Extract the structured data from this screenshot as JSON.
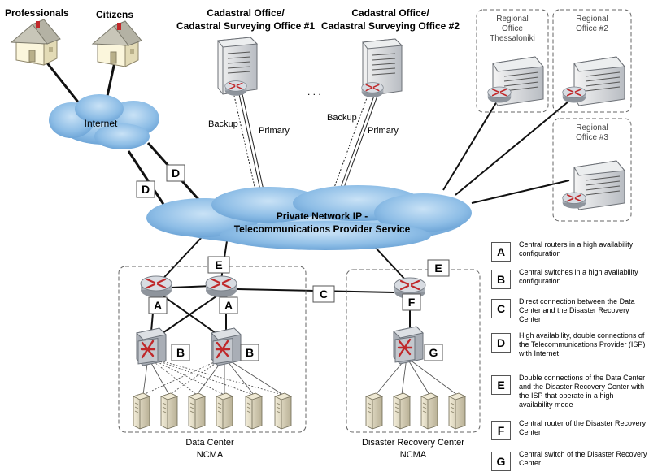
{
  "users": {
    "professionals": "Professionals",
    "citizens": "Citizens"
  },
  "internet": "Internet",
  "cadastral_offices": [
    {
      "line1": "Cadastral Office/",
      "line2": "Cadastral Surveying Office #1",
      "backup": "Backup",
      "primary": "Primary"
    },
    {
      "line1": "Cadastral Office/",
      "line2": "Cadastral Surveying Office #2",
      "backup": "Backup",
      "primary": "Primary"
    }
  ],
  "ellipsis": ". . .",
  "regional_offices": [
    {
      "line1": "Regional",
      "line2": "Office",
      "line3": "Thessaloniki"
    },
    {
      "line1": "Regional",
      "line2": "Office #2"
    },
    {
      "line1": "Regional",
      "line2": "Office #3"
    }
  ],
  "private_network": {
    "line1": "Private Network IP -",
    "line2": "Telecommunications Provider Service"
  },
  "link_labels": {
    "d1": "D",
    "d2": "D",
    "e1": "E",
    "e2": "E",
    "c": "C"
  },
  "data_center": {
    "name": "Data Center",
    "org": "NCMA",
    "router_label": "A",
    "switch_label": "B"
  },
  "recovery_center": {
    "name": "Disaster Recovery Center",
    "org": "NCMA",
    "router_label": "F",
    "switch_label": "G"
  },
  "legend": [
    {
      "key": "A",
      "text": "Central routers in a high availability configuration"
    },
    {
      "key": "B",
      "text": "Central switches in a high availability configuration"
    },
    {
      "key": "C",
      "text": "Direct connection between the Data Center and the Disaster Recovery Center"
    },
    {
      "key": "D",
      "text": "High availability, double connections of the Telecommunications Provider (ISP) with Internet"
    },
    {
      "key": "E",
      "text": "Double connections of the Data Center and the Disaster Recovery Center with the ISP that operate in a high availability mode"
    },
    {
      "key": "F",
      "text": "Central router of the Disaster Recovery Center"
    },
    {
      "key": "G",
      "text": "Central switch of the Disaster Recovery Center"
    }
  ],
  "colors": {
    "cloud": "#7fb2e0",
    "router": "#c8cdd6",
    "router_arrows": "#c0282a",
    "server": "#d6d0b8"
  }
}
